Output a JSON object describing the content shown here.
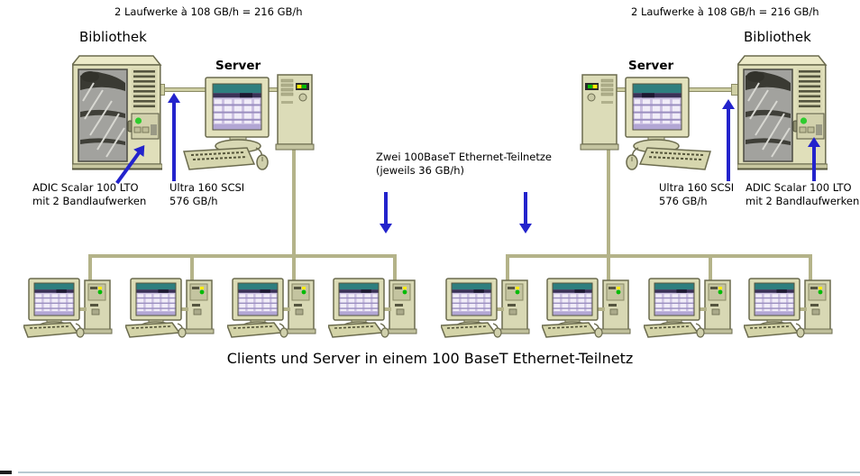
{
  "colors": {
    "arrow_blue": "#2323cc",
    "cable_beige": "#cfcfa4",
    "machine_body": "#e0dfba",
    "screen_teal": "#2e7f7f",
    "led_green": "#2ecc2e"
  },
  "left": {
    "throughput": "2 Laufwerke à 108 GB/h = 216 GB/h",
    "library_label": "Bibliothek",
    "server_label": "Server",
    "adic_line1": "ADIC Scalar 100 LTO",
    "adic_line2": "mit 2 Bandlaufwerken",
    "scsi_line1": "Ultra 160 SCSI",
    "scsi_line2": "576 GB/h"
  },
  "right": {
    "throughput": "2 Laufwerke à 108 GB/h = 216 GB/h",
    "library_label": "Bibliothek",
    "server_label": "Server",
    "adic_line1": "ADIC Scalar 100 LTO",
    "adic_line2": "mit 2 Bandlaufwerken",
    "scsi_line1": "Ultra 160 SCSI",
    "scsi_line2": "576 GB/h"
  },
  "center": {
    "subnet_line1": "Zwei 100BaseT Ethernet-Teilnetze",
    "subnet_line2": "(jeweils 36 GB/h)"
  },
  "bottom_caption": "Clients und Server in einem 100 BaseT Ethernet-Teilnetz",
  "icons": {
    "library": "tape-library-icon",
    "server": "server-workstation-icon",
    "client": "client-workstation-icon"
  }
}
